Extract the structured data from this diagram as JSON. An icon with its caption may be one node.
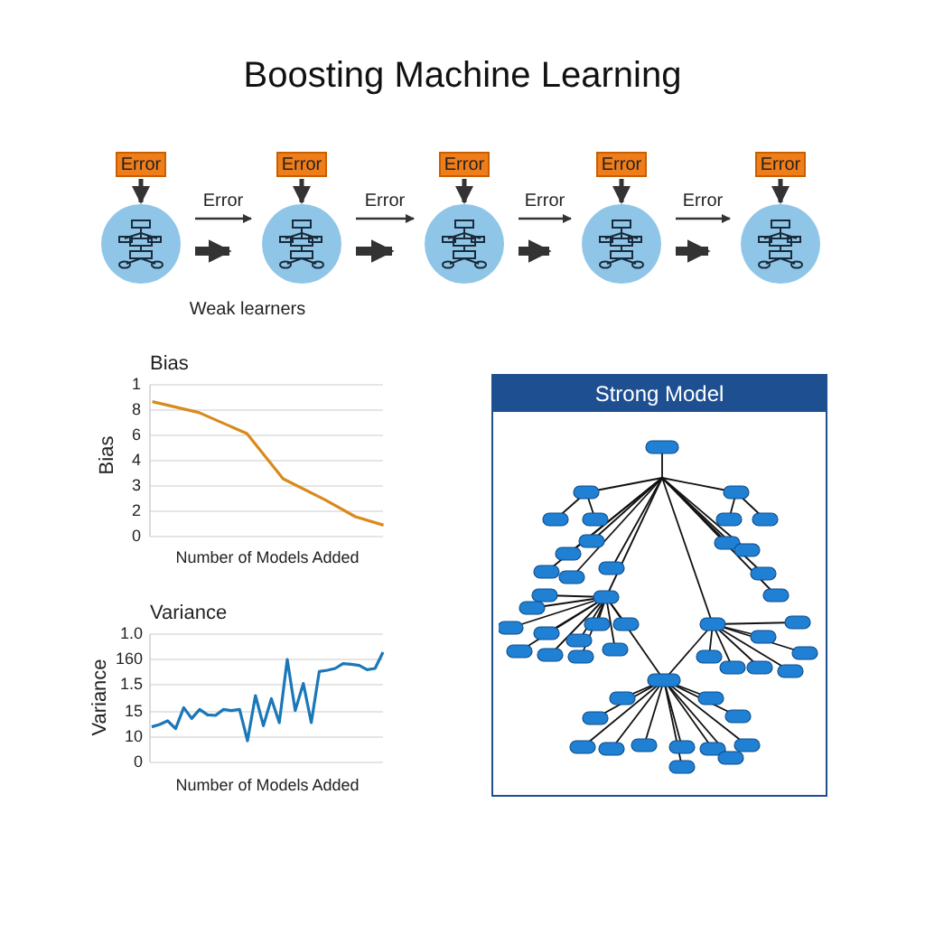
{
  "diagram": {
    "title": "Boosting Machine Learning",
    "nodes": [
      {
        "text": [
          "Error"
        ]
      },
      {
        "text": [
          "Error"
        ]
      },
      {
        "text": [
          "Error"
        ]
      },
      {
        "text": [
          "Error"
        ]
      },
      {
        "text": [
          "Error"
        ]
      },
      {
        "text": [],
        "shape": "circle"
      },
      {
        "text": [],
        "shape": "circle"
      },
      {
        "text": [],
        "shape": "circle"
      },
      {
        "text": [],
        "shape": "circle"
      },
      {
        "text": [],
        "shape": "circle"
      },
      {
        "text": [
          "Strong Model"
        ]
      }
    ],
    "edges": [
      {
        "from": 0,
        "to": 5,
        "arrow": "to"
      },
      {
        "from": 1,
        "to": 6,
        "arrow": "to"
      },
      {
        "from": 2,
        "to": 7,
        "arrow": "to"
      },
      {
        "from": 3,
        "to": 8,
        "arrow": "to"
      },
      {
        "from": 4,
        "to": 9,
        "arrow": "to"
      },
      {
        "from": 5,
        "to": 6,
        "arrow": "to",
        "label": "Error"
      },
      {
        "from": 5,
        "to": 6,
        "arrow": "to",
        "style": "thick"
      },
      {
        "from": 6,
        "to": 7,
        "arrow": "to",
        "label": "Error"
      },
      {
        "from": 6,
        "to": 7,
        "arrow": "to",
        "style": "thick"
      },
      {
        "from": 7,
        "to": 8,
        "arrow": "to",
        "label": "Error"
      },
      {
        "from": 7,
        "to": 8,
        "arrow": "to",
        "style": "thick"
      },
      {
        "from": 8,
        "to": 9,
        "arrow": "to",
        "label": "Error"
      },
      {
        "from": 8,
        "to": 9,
        "arrow": "to",
        "style": "thick"
      }
    ],
    "labels": [
      "Weak learners",
      "Bias",
      "1",
      "8",
      "6",
      "4",
      "3",
      "2",
      "0",
      "Bias",
      "Number of Models Added",
      "Variance",
      "1.0",
      "160",
      "1.5",
      "15",
      "10",
      "0",
      "Variance",
      "Number of Models Added"
    ]
  }
}
